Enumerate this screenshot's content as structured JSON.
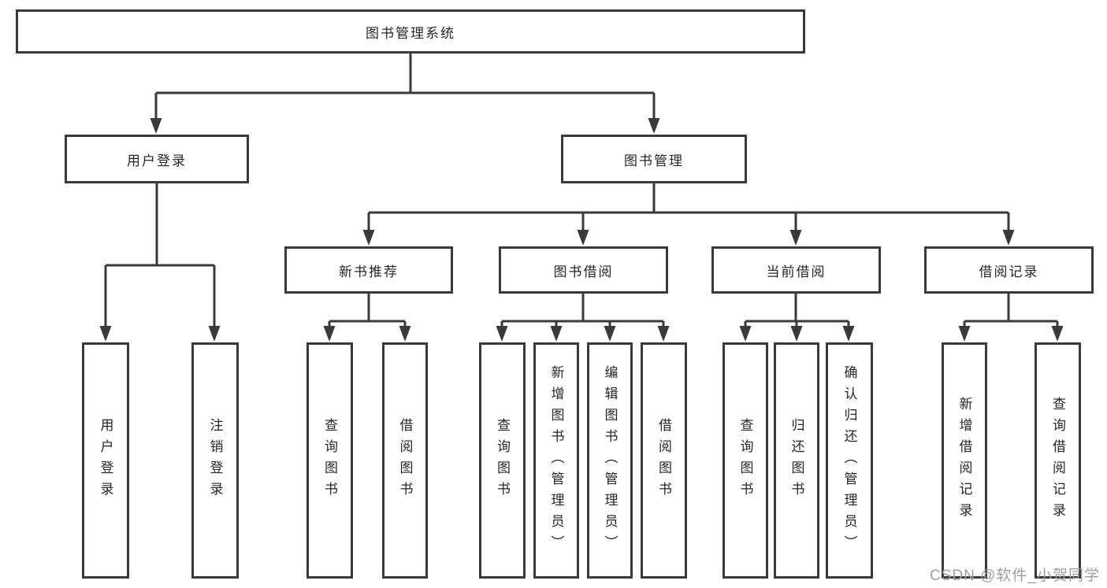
{
  "diagram": {
    "root": {
      "label": "图书管理系统"
    },
    "level2": [
      {
        "id": "user-login",
        "label": "用户登录"
      },
      {
        "id": "book-management",
        "label": "图书管理"
      }
    ],
    "level3": [
      {
        "id": "new-book-recommend",
        "label": "新书推荐"
      },
      {
        "id": "book-borrow",
        "label": "图书借阅"
      },
      {
        "id": "current-borrow",
        "label": "当前借阅"
      },
      {
        "id": "borrow-record",
        "label": "借阅记录"
      }
    ],
    "leaves": {
      "user": [
        "用户登录",
        "注销登录"
      ],
      "recommend": [
        "查询图书",
        "借阅图书"
      ],
      "borrow": [
        "查询图书",
        "新增图书（管理员）",
        "编辑图书（管理员）",
        "借阅图书"
      ],
      "current": [
        "查询图书",
        "归还图书",
        "确认归还（管理员）"
      ],
      "record": [
        "新增借阅记录",
        "查询借阅记录"
      ]
    }
  },
  "watermark": {
    "text": "CSDN @软件_小贺同学"
  },
  "colors": {
    "line": "#3a3a3a",
    "text": "#262626",
    "watermark": "#9e9e9e",
    "background": "#ffffff"
  }
}
